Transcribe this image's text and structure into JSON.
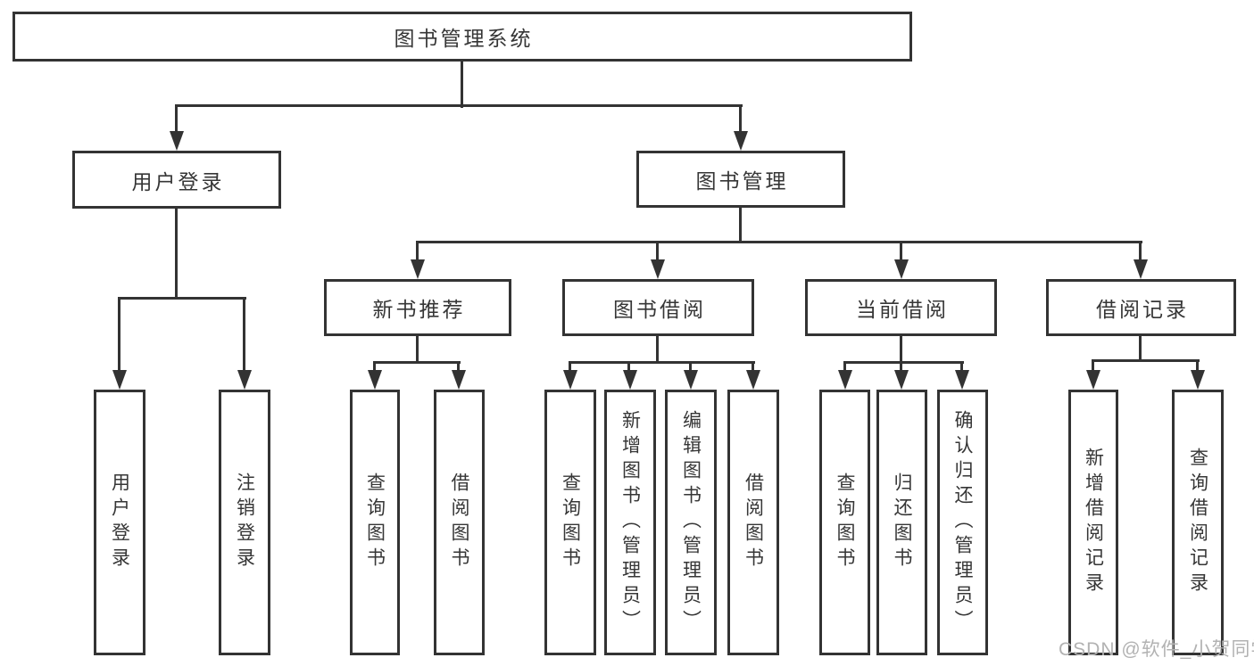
{
  "diagram": {
    "title": "图书管理系统",
    "root": {
      "label": "图书管理系统"
    },
    "level2": [
      {
        "label": "用户登录"
      },
      {
        "label": "图书管理"
      }
    ],
    "level3": [
      {
        "label": "新书推荐"
      },
      {
        "label": "图书借阅"
      },
      {
        "label": "当前借阅"
      },
      {
        "label": "借阅记录"
      }
    ],
    "leaves": [
      {
        "label": "用户登录"
      },
      {
        "label": "注销登录"
      },
      {
        "label": "查询图书"
      },
      {
        "label": "借阅图书"
      },
      {
        "label": "查询图书"
      },
      {
        "label": "新增图书（管理员）"
      },
      {
        "label": "编辑图书（管理员）"
      },
      {
        "label": "借阅图书"
      },
      {
        "label": "查询图书"
      },
      {
        "label": "归还图书"
      },
      {
        "label": "确认归还（管理员）"
      },
      {
        "label": "新增借阅记录"
      },
      {
        "label": "查询借阅记录"
      }
    ]
  },
  "watermark": {
    "text": "CSDN @软件_小贺同学"
  },
  "colors": {
    "line": "#333333",
    "text": "#363636",
    "watermark": "#b2b2b2",
    "background": "#ffffff"
  }
}
